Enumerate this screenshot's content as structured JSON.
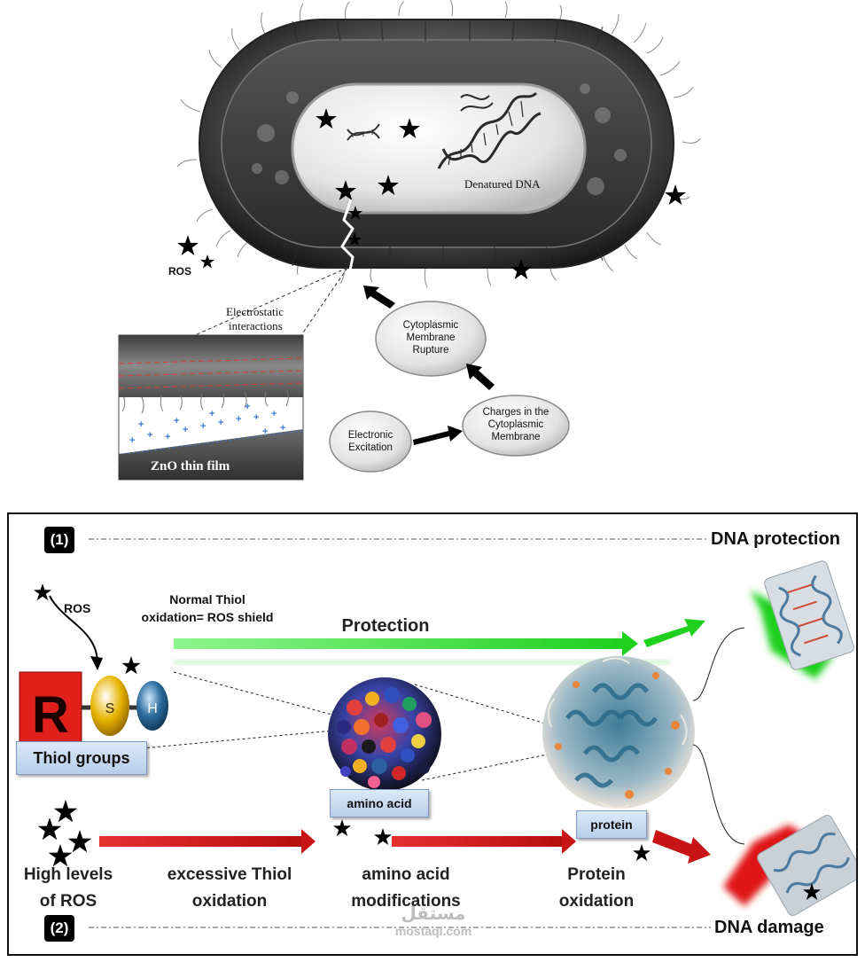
{
  "top": {
    "dna_label": "Denatured DNA",
    "ros_label": "ROS",
    "electrostatic_label_1": "Electrostatic",
    "electrostatic_label_2": "interactions",
    "film_label": "ZnO thin film",
    "rupture_1": "Cytoplasmic",
    "rupture_2": "Membrane",
    "rupture_3": "Rupture",
    "charges_1": "Charges in the",
    "charges_2": "Cytoplasmic",
    "charges_3": "Membrane",
    "excitation_1": "Electronic",
    "excitation_2": "Excitation"
  },
  "bottom": {
    "badge_1": "(1)",
    "badge_2": "(2)",
    "dna_protection": "DNA protection",
    "dna_damage": "DNA damage",
    "ros": "ROS",
    "normal_thiol_1": "Normal Thiol",
    "normal_thiol_2": "oxidation= ROS shield",
    "protection": "Protection",
    "thiol_r": "R",
    "thiol_s": "S",
    "thiol_h": "H",
    "thiol_groups": "Thiol groups",
    "amino_acid": "amino acid",
    "protein": "protein",
    "high_ros_1": "High levels",
    "high_ros_2": "of ROS",
    "excessive_1": "excessive Thiol",
    "excessive_2": "oxidation",
    "modifications_1": "amino acid",
    "modifications_2": "modifications",
    "protein_ox_1": "Protein",
    "protein_ox_2": "oxidation",
    "watermark_ar": "مستقل",
    "watermark": "mostaql.com"
  },
  "colors": {
    "protection_green": "#1fd01f",
    "damage_red": "#d21010",
    "label_blue": "#c9dbf1",
    "thiol_red": "#e0201b",
    "thiol_gold": "#e7b400",
    "thiol_blue": "#2f6fa0"
  }
}
